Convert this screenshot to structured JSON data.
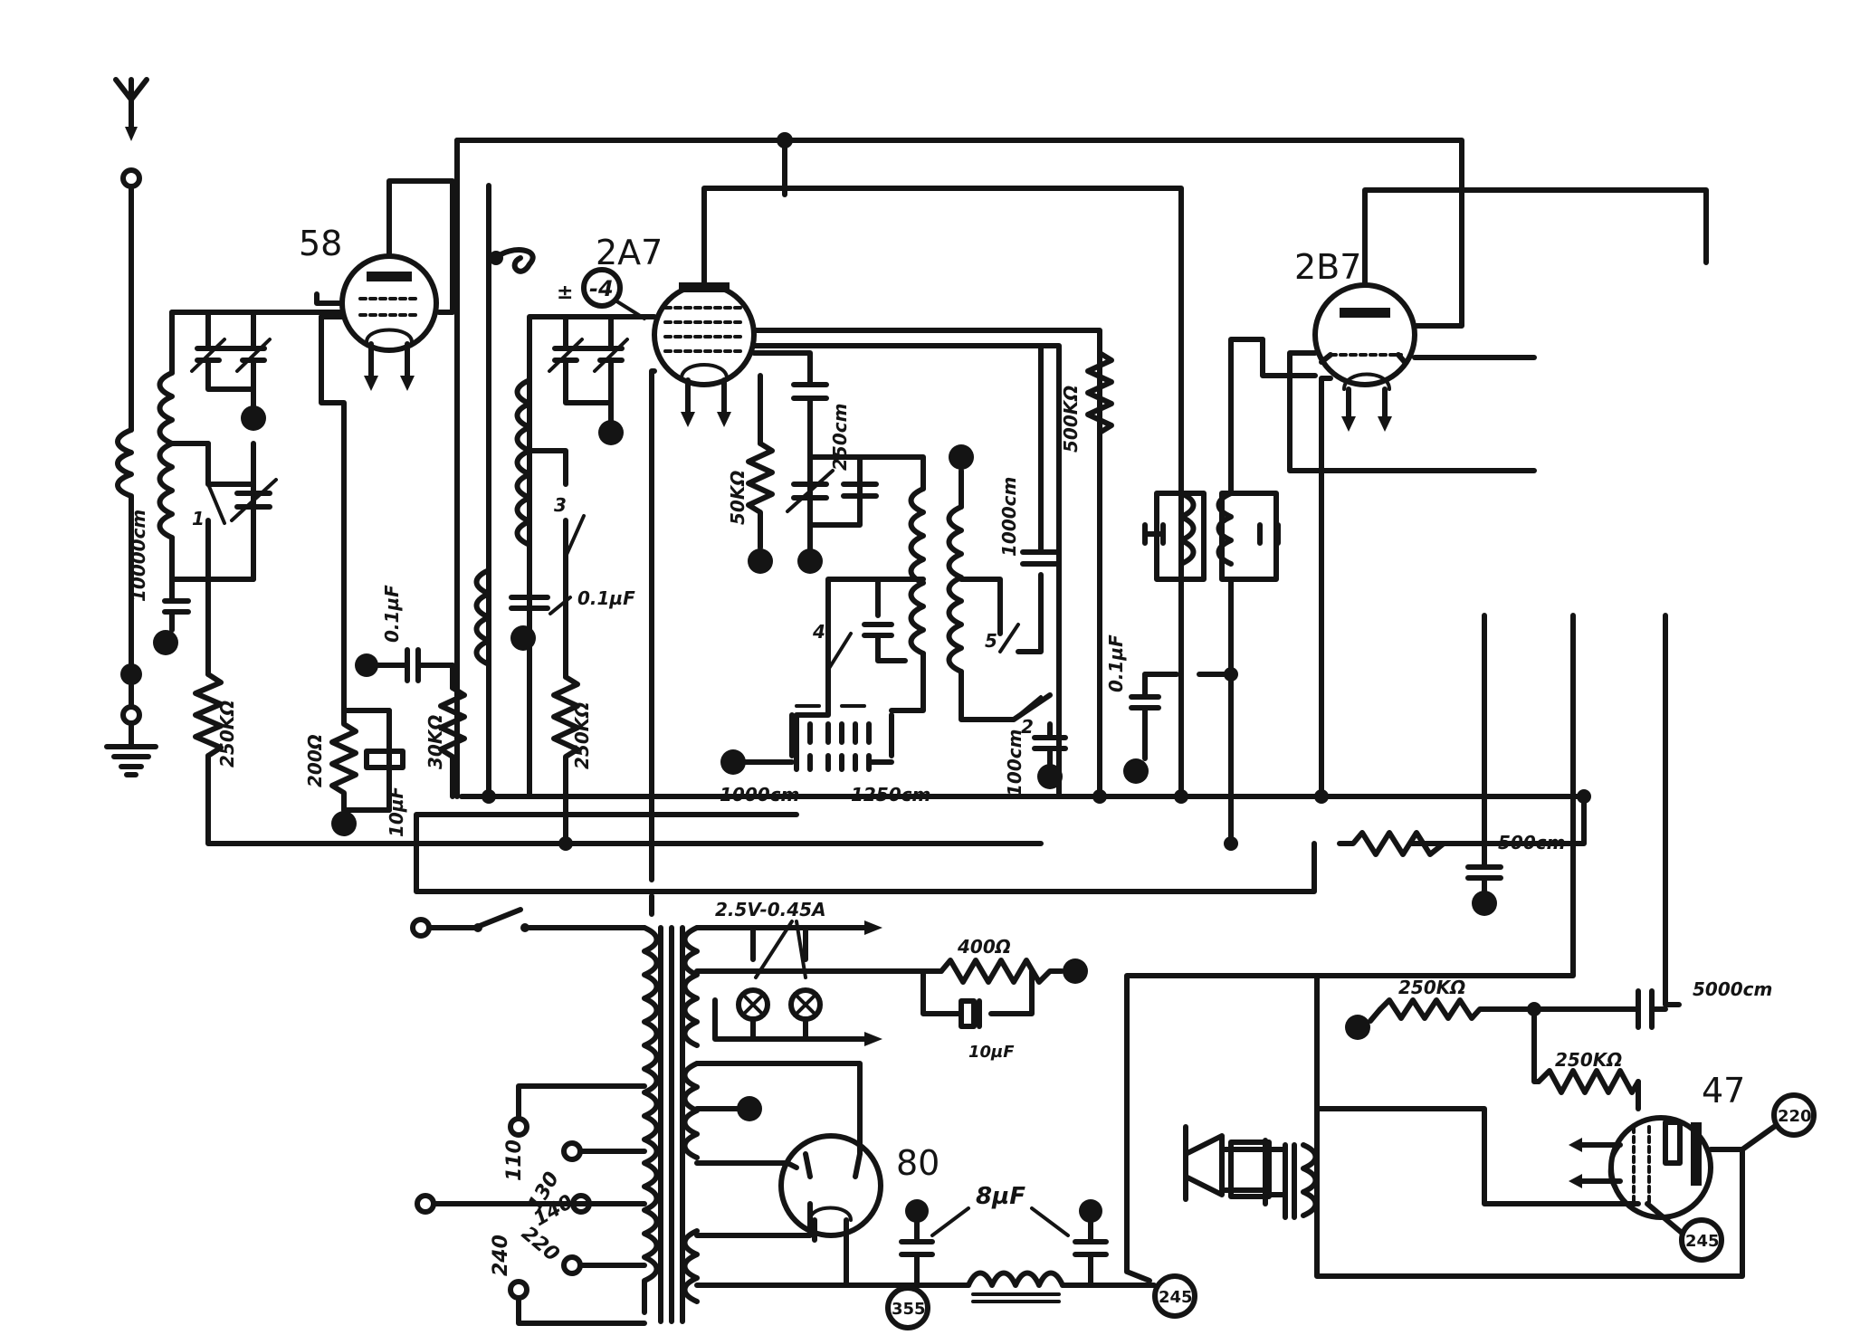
{
  "tubes": {
    "t58": "58",
    "t2a7": "2A7",
    "t2b7": "2B7",
    "t80": "80",
    "t47": "47"
  },
  "components": {
    "antenna_cap": "10000cm",
    "r_250k_a": "250KΩ",
    "r_200": "200Ω",
    "c_10uf_a": "10µF",
    "c_01uf_a": "0.1µF",
    "r_30k": "30KΩ",
    "c_01uf_b": "0.1µF",
    "r_250k_b": "250KΩ",
    "neg_bias": "-4",
    "bias_sign": "±",
    "r_50k": "50KΩ",
    "c_250cm": "250cm",
    "c_1000cm_a": "1000cm",
    "c_1250cm": "1250cm",
    "c_1000cm_b": "1000cm",
    "c_100cm": "100cm",
    "r_500k": "500KΩ",
    "c_01uf_c": "0.1µF",
    "c_500cm": "500cm",
    "heater_spec": "2.5V-0.45A",
    "r_400": "400Ω",
    "c_10uf_b": "10µF",
    "r_250k_c": "250KΩ",
    "c_5000cm": "5000cm",
    "r_250k_d": "250KΩ",
    "c_8uf": "8µF",
    "v_355": "355",
    "v_245_a": "245",
    "v_245_b": "245",
    "v_220": "220"
  },
  "switch_positions": [
    "1",
    "2",
    "3",
    "4",
    "5"
  ],
  "mains_taps": [
    "110",
    "130",
    "140",
    "220",
    "240"
  ]
}
